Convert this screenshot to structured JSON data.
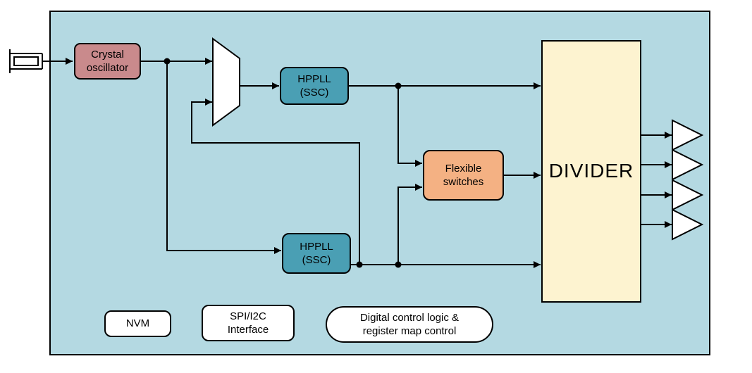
{
  "colors": {
    "page_background": "#ffffff",
    "panel_background": "#b4d9e2",
    "outline": "#000000",
    "crystal_oscillator_fill": "#c98a8c",
    "hppll_fill": "#4a9fb4",
    "flexible_switches_fill": "#f4b183",
    "divider_fill": "#fdf3d0",
    "control_box_fill": "#ffffff"
  },
  "blocks": {
    "crystal_oscillator": {
      "label": "Crystal oscillator",
      "lines": [
        "Crystal",
        "oscillator"
      ]
    },
    "hppll_top": {
      "label": "HPPLL (SSC)",
      "lines": [
        "HPPLL",
        "(SSC)"
      ]
    },
    "hppll_bottom": {
      "label": "HPPLL (SSC)",
      "lines": [
        "HPPLL",
        "(SSC)"
      ]
    },
    "flexible_switches": {
      "label": "Flexible switches",
      "lines": [
        "Flexible",
        "switches"
      ]
    },
    "divider": {
      "label": "DIVIDER"
    },
    "nvm": {
      "label": "NVM"
    },
    "spi_i2c_interface": {
      "label": "SPI/I2C Interface",
      "lines": [
        "SPI/I2C",
        "Interface"
      ]
    },
    "digital_control": {
      "label": "Digital control logic & register map control",
      "lines": [
        "Digital control logic &",
        "register map control"
      ]
    }
  },
  "icons": {
    "crystal": "crystal-icon",
    "mux": "mux-icon",
    "output_buffer": "output-buffer-icon",
    "junction": "junction-dot",
    "arrowhead": "arrowhead-icon"
  },
  "output_buffer_count": 4
}
